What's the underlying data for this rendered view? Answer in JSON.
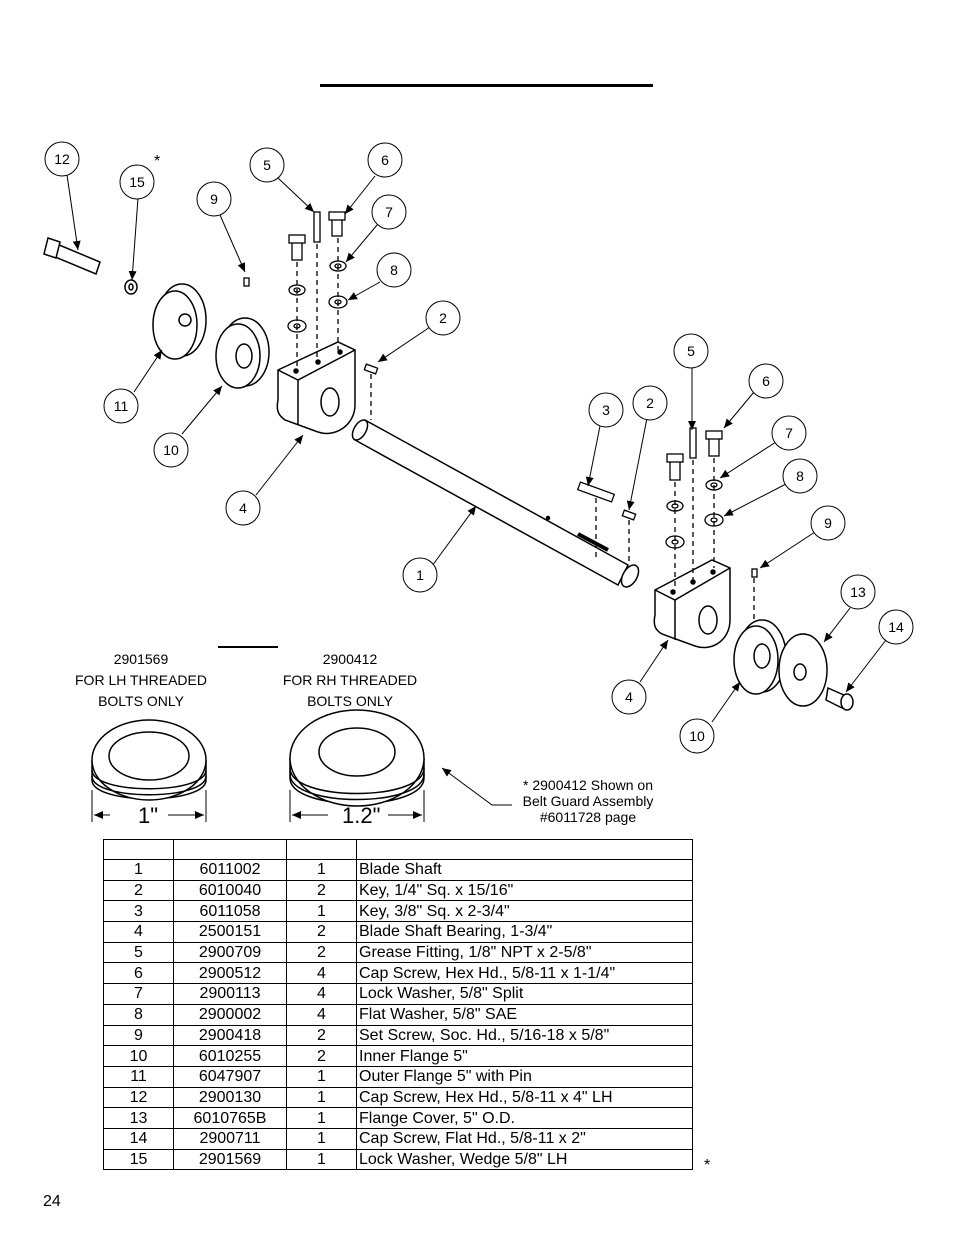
{
  "page_number": "24",
  "asterisk": "*",
  "callouts": [
    "12",
    "15",
    "9",
    "5",
    "6",
    "7",
    "8",
    "2",
    "11",
    "10",
    "4",
    "1",
    "3",
    "2",
    "5",
    "6",
    "7",
    "8",
    "9",
    "4",
    "10",
    "13",
    "14"
  ],
  "washers": [
    {
      "part": "2901569",
      "line1": "FOR LH THREADED",
      "line2": "BOLTS ONLY",
      "dimension": "1\""
    },
    {
      "part": "2900412",
      "line1": "FOR RH THREADED",
      "line2": "BOLTS ONLY",
      "dimension": "1.2\""
    }
  ],
  "note": {
    "line1": "* 2900412 Shown on",
    "line2": "Belt Guard Assembly",
    "line3": "#6011728 page"
  },
  "parts_table": {
    "headers": [
      "",
      "",
      "",
      ""
    ],
    "rows": [
      [
        "1",
        "6011002",
        "1",
        "Blade Shaft"
      ],
      [
        "2",
        "6010040",
        "2",
        "Key, 1/4\" Sq. x 15/16\""
      ],
      [
        "3",
        "6011058",
        "1",
        "Key, 3/8\" Sq. x 2-3/4\""
      ],
      [
        "4",
        "2500151",
        "2",
        "Blade Shaft Bearing, 1-3/4\""
      ],
      [
        "5",
        "2900709",
        "2",
        "Grease Fitting, 1/8\" NPT x 2-5/8\""
      ],
      [
        "6",
        "2900512",
        "4",
        "Cap Screw, Hex Hd., 5/8-11 x 1-1/4\""
      ],
      [
        "7",
        "2900113",
        "4",
        "Lock Washer, 5/8\" Split"
      ],
      [
        "8",
        "2900002",
        "4",
        "Flat Washer, 5/8\" SAE"
      ],
      [
        "9",
        "2900418",
        "2",
        "Set Screw, Soc. Hd., 5/16-18 x 5/8\""
      ],
      [
        "10",
        "6010255",
        "2",
        "Inner Flange 5\""
      ],
      [
        "11",
        "6047907",
        "1",
        "Outer Flange 5\" with Pin"
      ],
      [
        "12",
        "2900130",
        "1",
        "Cap Screw, Hex Hd., 5/8-11 x 4\" LH"
      ],
      [
        "13",
        "6010765B",
        "1",
        "Flange Cover, 5\" O.D."
      ],
      [
        "14",
        "2900711",
        "1",
        "Cap Screw, Flat Hd., 5/8-11 x 2\""
      ],
      [
        "15",
        "2901569",
        "1",
        "Lock Washer, Wedge 5/8\" LH"
      ]
    ]
  }
}
